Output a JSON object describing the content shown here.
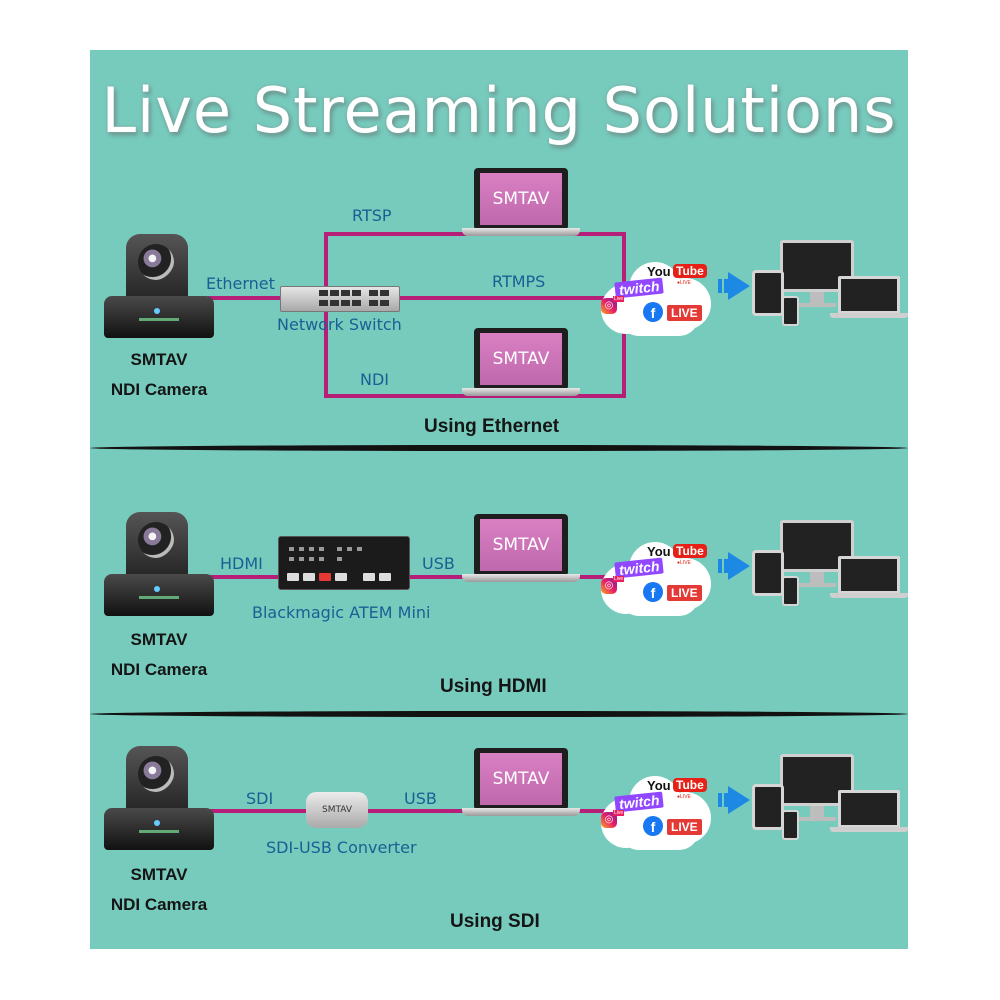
{
  "title": "Live Streaming Solutions",
  "camera": {
    "brand": "SMTAV",
    "model": "NDI Camera"
  },
  "laptop_screen": "SMTAV",
  "section_ethernet": {
    "caption": "Using Ethernet",
    "link_camera": "Ethernet",
    "device": "Network Switch",
    "route_top": "RTSP",
    "route_mid": "RTMPS",
    "route_bottom": "NDI"
  },
  "section_hdmi": {
    "caption": "Using HDMI",
    "link_in": "HDMI",
    "device": "Blackmagic ATEM Mini",
    "link_out": "USB"
  },
  "section_sdi": {
    "caption": "Using SDI",
    "link_in": "SDI",
    "device": "SDI-USB Converter",
    "device_badge": "SMTAV",
    "link_out": "USB"
  },
  "platforms": {
    "youtube_you": "You",
    "youtube_tube": "Tube",
    "youtube_live": "●LIVE",
    "twitch": "twitch",
    "instagram_live": "Live",
    "facebook": "f",
    "facebook_live": "LIVE"
  },
  "icons": [
    "ptz-camera-icon",
    "network-switch-icon",
    "laptop-icon",
    "atem-switcher-icon",
    "converter-icon",
    "streaming-cloud-icon",
    "arrow-right-icon",
    "devices-icon"
  ],
  "colors": {
    "background": "#77cbbd",
    "cable": "#b51f78",
    "label": "#1a5f94",
    "arrow": "#1e88e5"
  }
}
